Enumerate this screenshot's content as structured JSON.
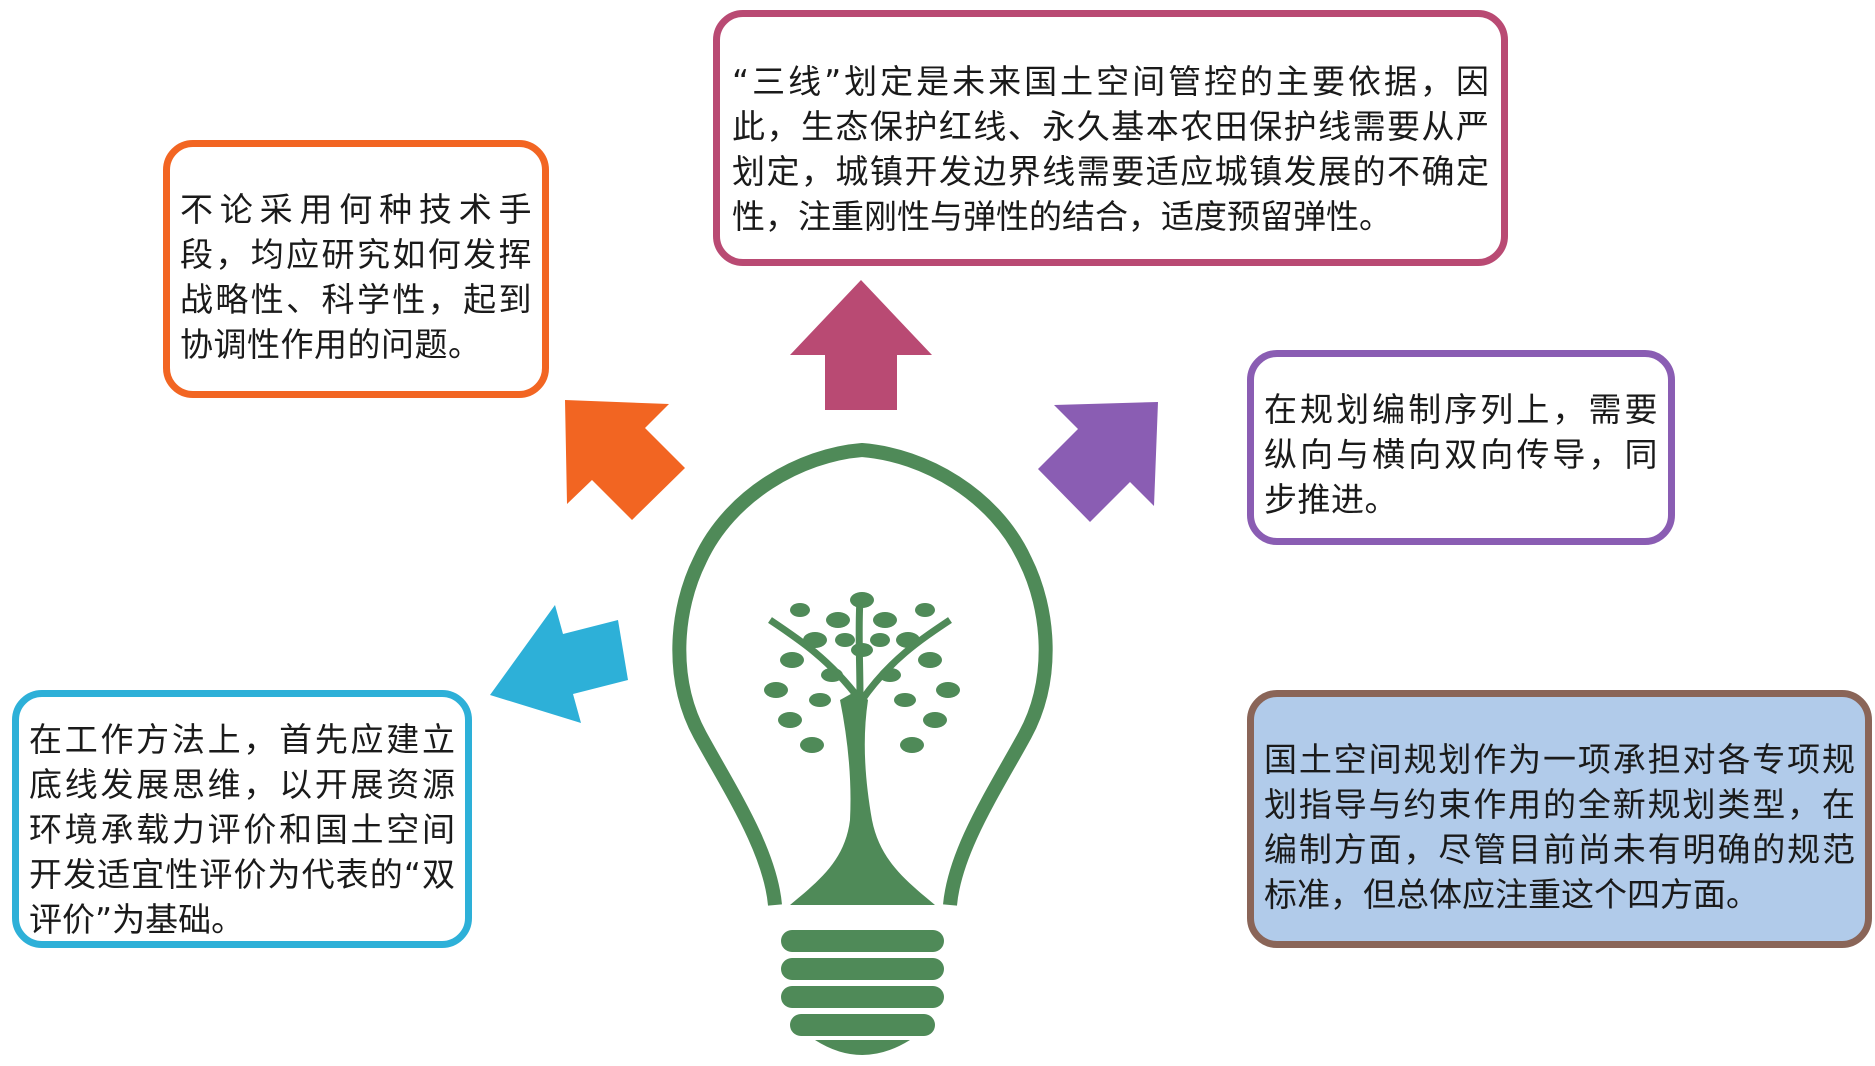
{
  "colors": {
    "orange": "#f26522",
    "magenta": "#b94a73",
    "purple": "#8a5db3",
    "blue": "#2db0d8",
    "brown": "#8a6558",
    "brown_fill": "#b1cbea",
    "green": "#4f8a58"
  },
  "boxes": {
    "orange": {
      "text": "不论采用何种技术手段，均应研究如何发挥战略性、科学性，起到协调性作用的问题。"
    },
    "magenta": {
      "text": "“三线”划定是未来国土空间管控的主要依据，因此，生态保护红线、永久基本农田保护线需要从严划定，城镇开发边界线需要适应城镇发展的不确定性，注重刚性与弹性的结合，适度预留弹性。"
    },
    "purple": {
      "text": "在规划编制序列上，需要纵向与横向双向传导，同步推进。"
    },
    "blue": {
      "text": "在工作方法上，首先应建立底线发展思维，以开展资源环境承载力评价和国土空间开发适宜性评价为代表的“双评价”为基础。"
    },
    "brown": {
      "text": "国土空间规划作为一项承担对各专项规划指导与约束作用的全新规划类型，在编制方面，尽管目前尚未有明确的规范标准，但总体应注重这个四方面。"
    }
  },
  "icons": {
    "center": "lightbulb-tree-icon",
    "arrows": [
      "arrow-up-left-icon",
      "arrow-up-icon",
      "arrow-up-right-icon",
      "arrow-left-icon"
    ]
  }
}
